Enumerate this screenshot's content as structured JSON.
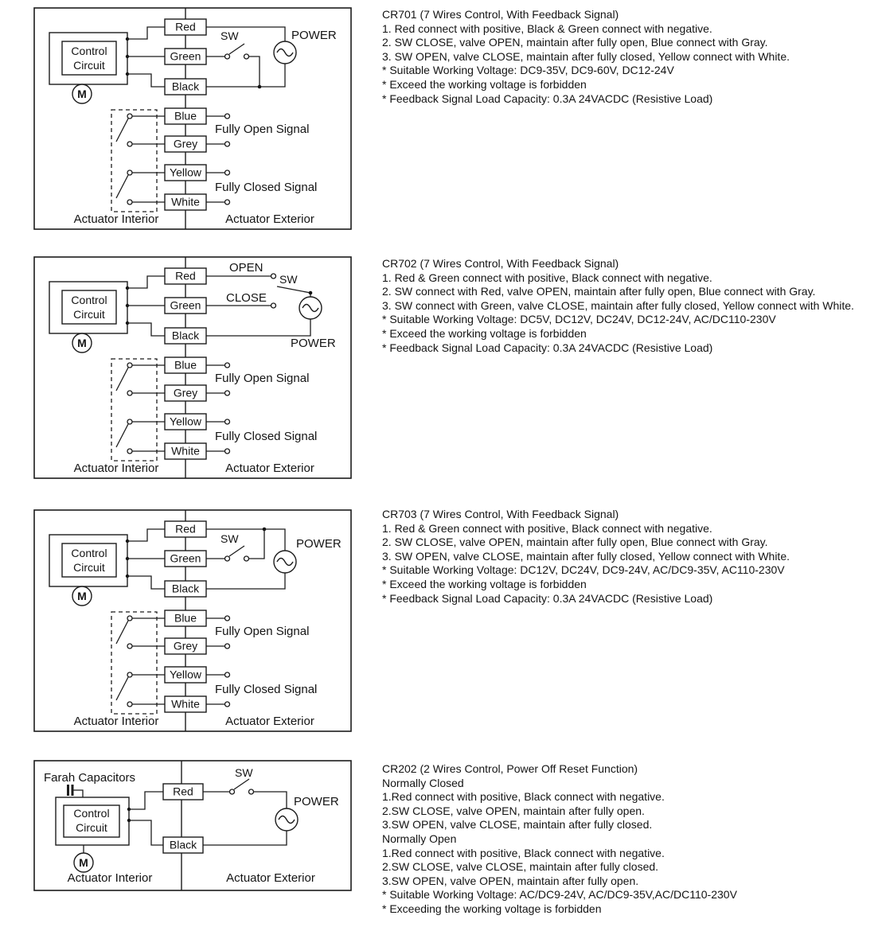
{
  "diagram_labels": {
    "control_top": "Control",
    "control_bottom": "Circuit",
    "motor": "M",
    "sw": "SW",
    "power": "POWER",
    "open": "OPEN",
    "close": "CLOSE",
    "farah_capacitors": "Farah Capacitors",
    "wire_red": "Red",
    "wire_green": "Green",
    "wire_black": "Black",
    "wire_blue": "Blue",
    "wire_grey": "Grey",
    "wire_yellow": "Yellow",
    "wire_white": "White",
    "fully_open_signal": "Fully Open Signal",
    "fully_closed_signal": "Fully Closed Signal",
    "actuator_interior": "Actuator Interior",
    "actuator_exterior": "Actuator Exterior"
  },
  "sections": [
    {
      "model": "CR701",
      "title": "CR701 (7 Wires Control, With Feedback Signal)",
      "lines": [
        "1. Red connect with positive, Black & Green connect with negative.",
        "2. SW CLOSE, valve OPEN, maintain after fully open, Blue connect with Gray.",
        "3. SW OPEN, valve CLOSE, maintain after fully closed, Yellow connect with White.",
        "* Suitable Working Voltage: DC9-35V, DC9-60V, DC12-24V",
        "* Exceed the working voltage is forbidden",
        "* Feedback Signal Load Capacity: 0.3A 24VACDC (Resistive Load)"
      ]
    },
    {
      "model": "CR702",
      "title": "CR702 (7 Wires Control, With Feedback Signal)",
      "lines": [
        "1. Red & Green connect with positive, Black connect with negative.",
        "2. SW connect with Red, valve OPEN, maintain after fully open, Blue connect with Gray.",
        "3. SW connect with Green, valve CLOSE, maintain after fully closed, Yellow connect with White.",
        "* Suitable Working Voltage: DC5V, DC12V, DC24V, DC12-24V, AC/DC110-230V",
        "* Exceed the working voltage is forbidden",
        "* Feedback Signal Load Capacity: 0.3A 24VACDC (Resistive Load)"
      ]
    },
    {
      "model": "CR703",
      "title": "CR703 (7 Wires Control, With Feedback Signal)",
      "lines": [
        "1. Red & Green connect with positive, Black connect with negative.",
        "2. SW CLOSE, valve OPEN, maintain after fully open, Blue connect with Gray.",
        "3. SW OPEN, valve CLOSE, maintain after fully closed, Yellow connect with White.",
        "* Suitable Working Voltage: DC12V, DC24V, DC9-24V, AC/DC9-35V, AC110-230V",
        "* Exceed the working voltage is forbidden",
        "* Feedback Signal Load Capacity: 0.3A 24VACDC (Resistive Load)"
      ]
    },
    {
      "model": "CR202",
      "title": "CR202 (2 Wires Control, Power Off Reset Function)",
      "lines": [
        "Normally Closed",
        "1.Red connect with positive, Black connect with negative.",
        "2.SW CLOSE, valve OPEN, maintain after fully open.",
        "3.SW OPEN, valve CLOSE, maintain after fully closed.",
        "Normally Open",
        "1.Red connect with positive, Black connect with negative.",
        "2.SW CLOSE, valve CLOSE, maintain after fully closed.",
        "3.SW OPEN, valve OPEN, maintain after fully open.",
        "* Suitable Working Voltage: AC/DC9-24V, AC/DC9-35V,AC/DC110-230V",
        "* Exceeding the working voltage is forbidden"
      ]
    }
  ]
}
